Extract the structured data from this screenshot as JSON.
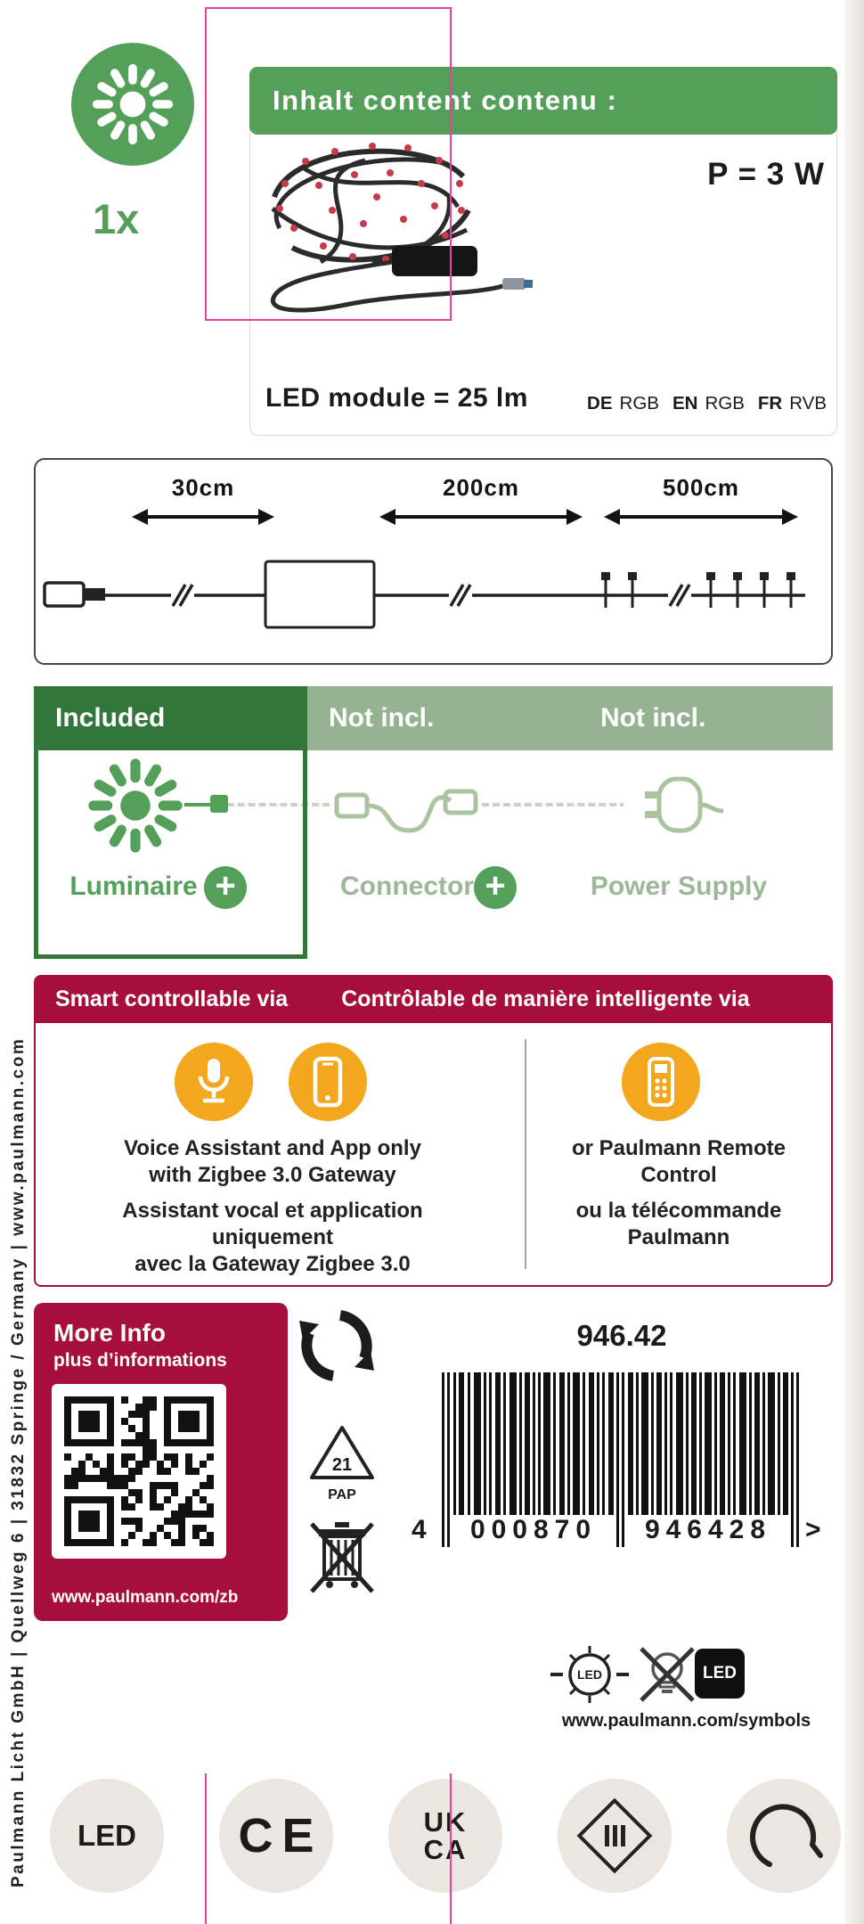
{
  "colors": {
    "green": "#54a05a",
    "dark_green": "#33763a",
    "sage": "#97b193",
    "faded_green": "#a9c49f",
    "red": "#a60f3d",
    "orange": "#f3a71e",
    "crop_pink": "#ef3f9e"
  },
  "top": {
    "quantity": "1x",
    "header_title": "Inhalt content contenu :",
    "power": "P = 3 W",
    "module_lumen": "LED module = 25 lm",
    "languages": [
      {
        "label": "DE",
        "value": "RGB"
      },
      {
        "label": "EN",
        "value": "RGB"
      },
      {
        "label": "FR",
        "value": "RVB"
      }
    ]
  },
  "dimensions": {
    "d1": "30cm",
    "d2": "200cm",
    "d3": "500cm"
  },
  "included": {
    "col1": "Included",
    "col2": "Not incl.",
    "col3": "Not incl.",
    "item1": "Luminaire",
    "item2": "Connector",
    "item3": "Power Supply",
    "plus": "+"
  },
  "smart": {
    "title_en": "Smart controllable via",
    "title_fr": "Contrôlable de manière intelligente via",
    "left1": "Voice Assistant and App only",
    "left2": "with Zigbee 3.0 Gateway",
    "left3": "Assistant vocal et application uniquement",
    "left4": "avec la Gateway Zigbee 3.0",
    "right1": "or Paulmann Remote",
    "right2": "Control",
    "right3": "ou la télécommande",
    "right4": "Paulmann"
  },
  "more_info": {
    "title": "More Info",
    "subtitle": "plus d’informations",
    "url": "www.paulmann.com/zb"
  },
  "codes": {
    "article": "946.42",
    "ean_first": "4",
    "ean_group1": "000870",
    "ean_group2": "946428",
    "ean_suffix": ">",
    "pap_num": "21",
    "pap": "PAP"
  },
  "symbols": {
    "led_circle": "LED",
    "led_box": "LED",
    "url": "www.paulmann.com/symbols"
  },
  "certs": {
    "led": "LED",
    "ce": "CE",
    "uk": "UK",
    "ca": "CA"
  },
  "vertical_text": "Paulmann Licht GmbH | Quellweg 6 | 31832 Springe / Germany | www.paulmann.com"
}
